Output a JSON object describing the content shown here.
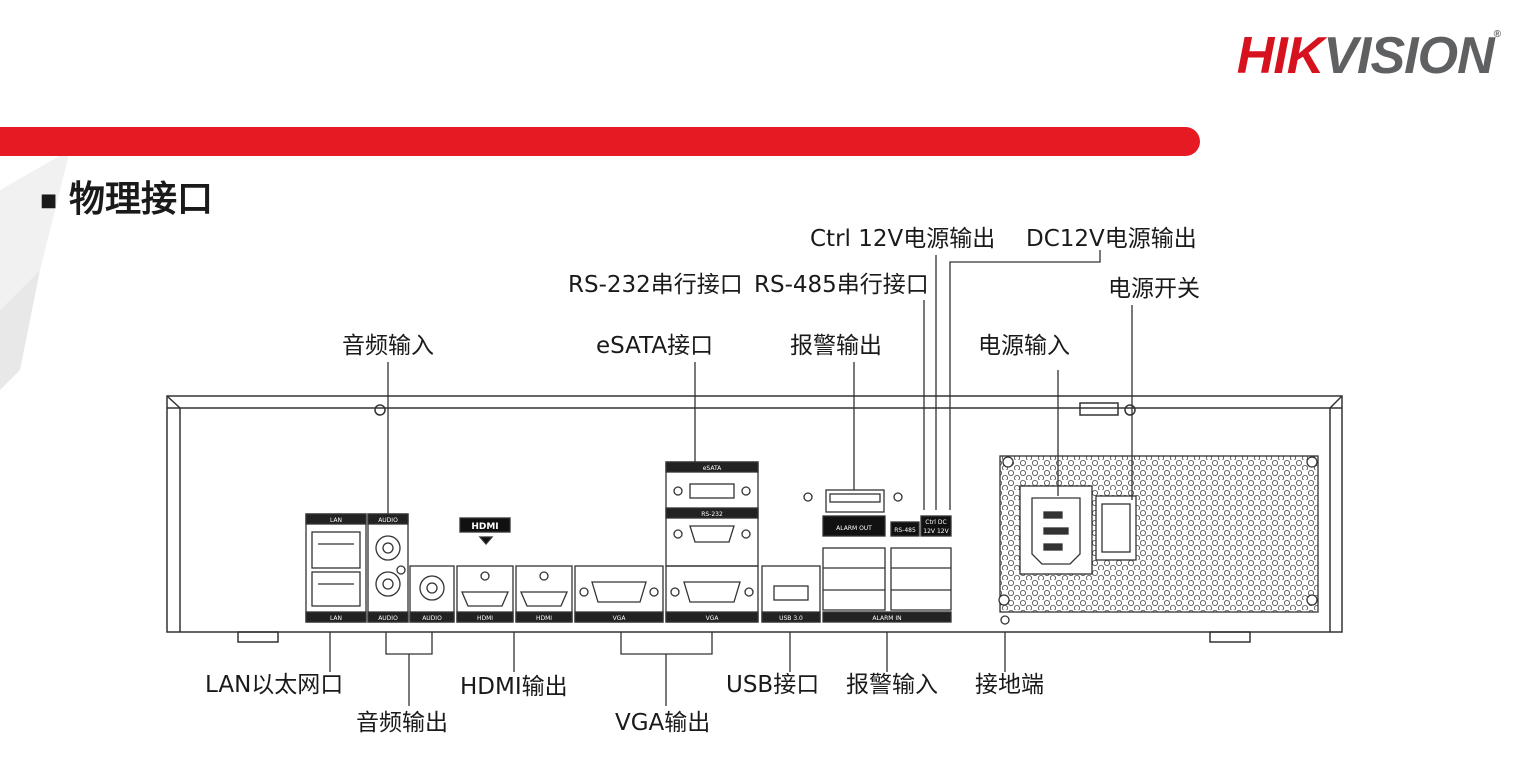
{
  "brand": {
    "part1": "HIK",
    "part2": "VISION",
    "reg": "®"
  },
  "section_title": "物理接口",
  "labels": {
    "ctrl12v": "Ctrl 12V电源输出",
    "dc12v": "DC12V电源输出",
    "rs232": "RS-232串行接口",
    "rs485": "RS-485串行接口",
    "power_switch": "电源开关",
    "audio_in": "音频输入",
    "esata": "eSATA接口",
    "alarm_out": "报警输出",
    "power_in": "电源输入",
    "lan": "LAN以太网口",
    "hdmi_out": "HDMI输出",
    "usb": "USB接口",
    "alarm_in": "报警输入",
    "ground": "接地端",
    "audio_out": "音频输出",
    "vga_out": "VGA输出"
  },
  "panel_marks": {
    "lan_top": "LAN",
    "lan_bottom": "LAN",
    "audio_top": "AUDIO",
    "audio_bottom": "AUDIO",
    "audio_extra": "AUDIO",
    "hdmi_logo": "HDMI",
    "hdmi1": "HDMI",
    "hdmi2": "HDMI",
    "vga1": "VGA",
    "vga2": "VGA",
    "esata": "eSATA",
    "rs232": "RS-232",
    "usb": "USB 3.0",
    "alarm_out": "ALARM OUT",
    "rs485": "RS-485",
    "ctrl_dc": "Ctrl DC",
    "v12": "12V 12V",
    "alarm_in": "ALARM IN"
  },
  "colors": {
    "brand_red": "#d6121f",
    "bar_red": "#e51a23",
    "line": "#333333"
  }
}
